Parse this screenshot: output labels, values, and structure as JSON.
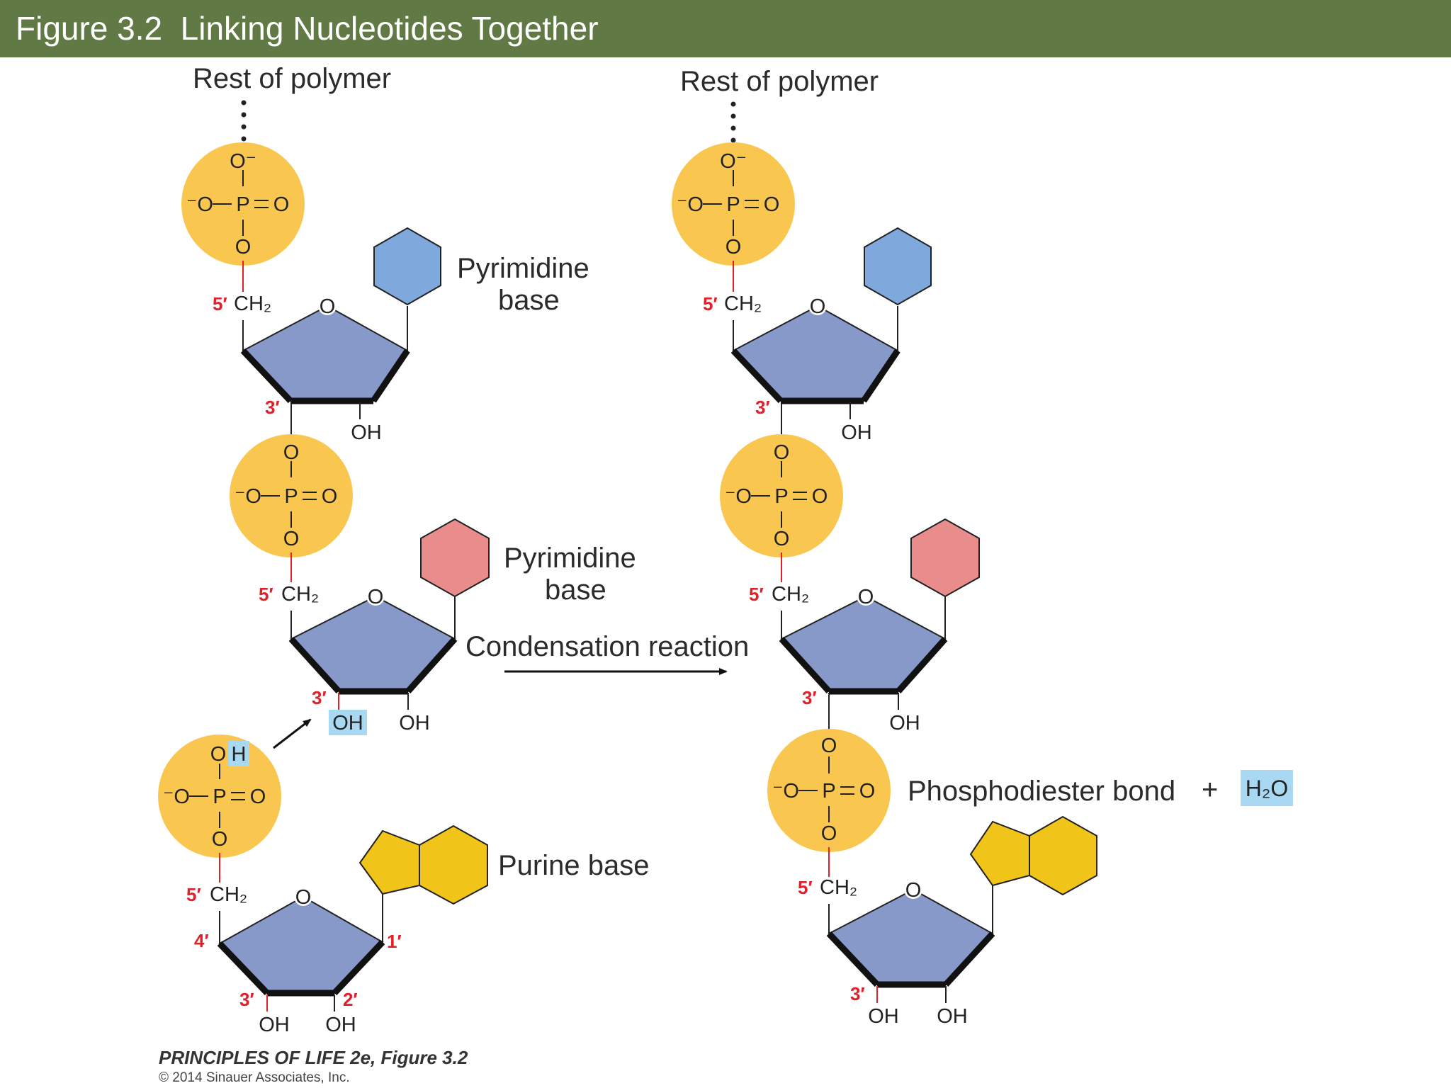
{
  "header": {
    "title": "Figure 3.2  Linking Nucleotides Together"
  },
  "labels": {
    "rest_of_polymer": "Rest of polymer",
    "pyrimidine": "Pyrimidine",
    "base": "base",
    "purine_base": "Purine base",
    "condensation_reaction": "Condensation reaction",
    "phosphodiester_bond": "Phosphodiester bond",
    "plus": "+",
    "water": "H₂O"
  },
  "chem": {
    "o_minus": "O⁻",
    "minus_o": "⁻O",
    "o": "O",
    "p": "P",
    "h": "H",
    "oh": "OH",
    "ch2": "CH₂"
  },
  "positions": {
    "five": "5′",
    "four": "4′",
    "three": "3′",
    "two": "2′",
    "one": "1′"
  },
  "caption": {
    "line1": "PRINCIPLES OF LIFE 2e, Figure 3.2",
    "line2": "© 2014 Sinauer Associates, Inc."
  },
  "colors": {
    "header": "#617a45",
    "phosphate": "#f9c64f",
    "sugar": "#8799c9",
    "pyrimidine_1": "#7fa9dd",
    "pyrimidine_2": "#e88c8c",
    "purine": "#f0c419",
    "highlight": "#a9d8f2",
    "bond_red": "#e0202a"
  }
}
